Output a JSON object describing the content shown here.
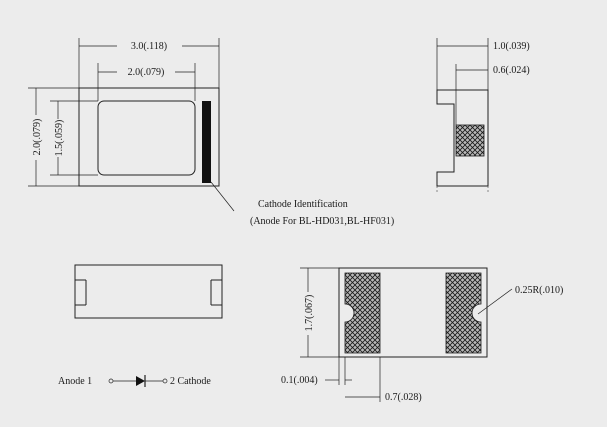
{
  "background": "#ececec",
  "ink_color": "#1a1a1a",
  "top_view": {
    "width_dim": "3.0(.118)",
    "inner_width_dim": "2.0(.079)",
    "height_dim": "2.0(.079)",
    "inner_height_dim": "1.5(.059)"
  },
  "side_view": {
    "thickness_dim": "1.0(.039)",
    "pad_dim": "0.6(.024)"
  },
  "callout": {
    "line1": "Cathode Identification",
    "line2": "(Anode For BL-HD031,BL-HF031)"
  },
  "bottom_view": {
    "height_dim": "1.7(.067)",
    "radius_dim": "0.25R(.010)",
    "gap_dim": "0.1(.004)",
    "pad_width_dim": "0.7(.028)"
  },
  "schematic": {
    "anode_label": "Anode 1",
    "cathode_label": "2 Cathode"
  }
}
